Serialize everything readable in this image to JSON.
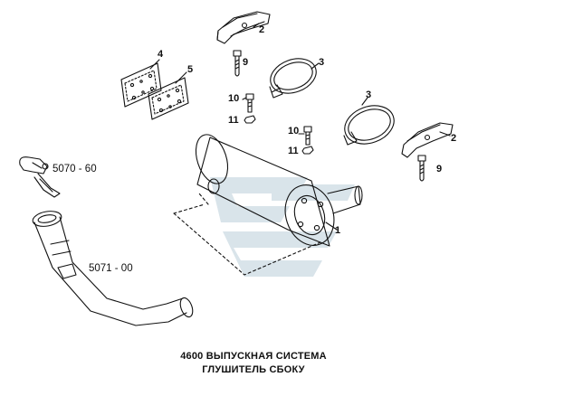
{
  "callouts": {
    "c1": "1",
    "c2a": "2",
    "c2b": "2",
    "c3a": "3",
    "c3b": "3",
    "c4": "4",
    "c5": "5",
    "c9a": "9",
    "c9b": "9",
    "c10a": "10",
    "c10b": "10",
    "c11a": "11",
    "c11b": "11"
  },
  "references": {
    "clamp_ref": "5070 - 60",
    "pipe_ref": "5071 - 00"
  },
  "caption": {
    "line1": "4600  ВЫПУСКНАЯ СИСТЕМА",
    "line2": "ГЛУШИТЕЛЬ СБОКУ"
  },
  "colors": {
    "ink": "#111111",
    "watermark": "#d9e4ea"
  }
}
